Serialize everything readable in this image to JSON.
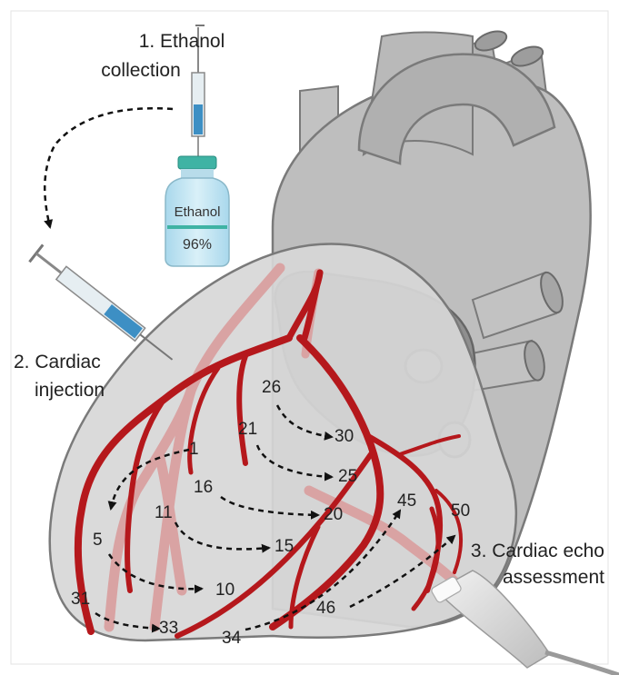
{
  "steps": {
    "step1_line1": "1. Ethanol",
    "step1_line2": "collection",
    "step2_line1": "2. Cardiac",
    "step2_line2": "injection",
    "step3_line1": "3. Cardiac echo",
    "step3_line2": "assessment"
  },
  "vial": {
    "label": "Ethanol",
    "concentration": "96%"
  },
  "injection_sites": {
    "n1": "1",
    "n5": "5",
    "n10": "10",
    "n11": "11",
    "n15": "15",
    "n16": "16",
    "n20": "20",
    "n21": "21",
    "n25": "25",
    "n26": "26",
    "n30": "30",
    "n31": "31",
    "n33": "33",
    "n34": "34",
    "n45": "45",
    "n46": "46",
    "n50": "50"
  },
  "colors": {
    "heart_fill": "#c8c8c8",
    "heart_dark": "#8a8a8a",
    "vessel_red": "#b5181c",
    "vessel_pink": "#d99a9a",
    "syringe_blue": "#3d8fc4",
    "vial_liquid": "#bfe3f2",
    "vial_teal": "#3fb3a4"
  }
}
